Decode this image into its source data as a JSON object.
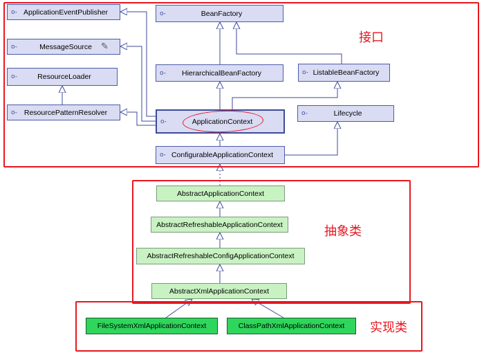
{
  "interfaces": {
    "application_event_publisher": "ApplicationEventPublisher",
    "message_source": "MessageSource",
    "resource_loader": "ResourceLoader",
    "resource_pattern_resolver": "ResourcePatternResolver",
    "bean_factory": "BeanFactory",
    "hierarchical_bean_factory": "HierarchicalBeanFactory",
    "listable_bean_factory": "ListableBeanFactory",
    "application_context": "ApplicationContext",
    "lifecycle": "Lifecycle",
    "configurable_application_context": "ConfigurableApplicationContext"
  },
  "abstract_classes": {
    "abstract_application_context": "AbstractApplicationContext",
    "abstract_refreshable_application_context": "AbstractRefreshableApplicationContext",
    "abstract_refreshable_config_application_context": "AbstractRefreshableConfigApplicationContext",
    "abstract_xml_application_context": "AbstractXmlApplicationContext"
  },
  "implementations": {
    "file_system_xml_application_context": "FileSystemXmlApplicationContext",
    "class_path_xml_application_context": "ClassPathXmlApplicationContext"
  },
  "group_labels": {
    "interfaces": "接口",
    "abstract": "抽象类",
    "implementations": "实现类"
  },
  "icons": {
    "interface_pin": "o-",
    "pencil": "✎"
  },
  "colors": {
    "group_border": "#e8161f",
    "interface_fill": "#d9dcf3",
    "abstract_fill": "#c9f2c3",
    "impl_fill": "#2ed65c",
    "edge": "#3c4a9a"
  }
}
